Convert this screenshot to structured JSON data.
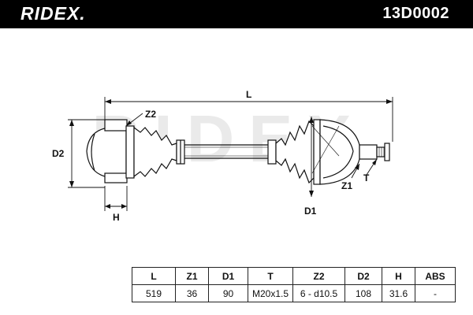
{
  "header": {
    "brand": "RIDEX.",
    "part_number": "13D0002"
  },
  "diagram": {
    "labels": {
      "L": "L",
      "Z2": "Z2",
      "D2": "D2",
      "H": "H",
      "D1": "D1",
      "Z1": "Z1",
      "T": "T"
    },
    "watermark": "RIDEX"
  },
  "spec_table": {
    "headers": [
      "L",
      "Z1",
      "D1",
      "T",
      "Z2",
      "D2",
      "H",
      "ABS"
    ],
    "values": [
      "519",
      "36",
      "90",
      "M20x1.5",
      "6 - d10.5",
      "108",
      "31.6",
      "-"
    ]
  },
  "colors": {
    "header_bg": "#000000",
    "header_text": "#ffffff",
    "line": "#111111",
    "watermark": "#e6e6e6"
  }
}
